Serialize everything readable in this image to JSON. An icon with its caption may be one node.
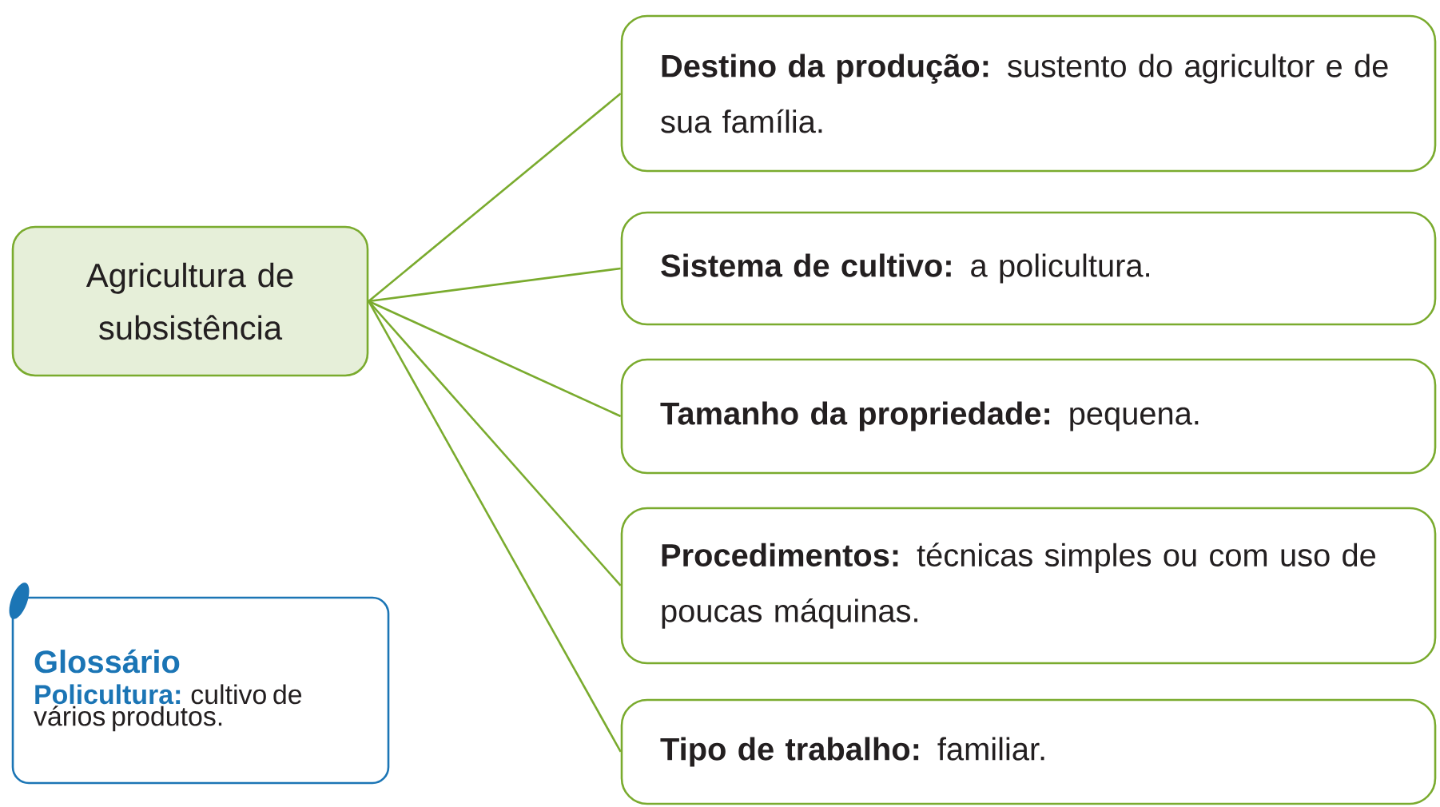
{
  "diagram": {
    "nodes": [
      {
        "text": [
          "Agricultura de subsistência"
        ]
      },
      {
        "text": [
          "**Destino da produção:** sustento do agricultor e de sua família."
        ]
      },
      {
        "text": [
          "**Sistema de cultivo:** a policultura."
        ]
      },
      {
        "text": [
          "**Tamanho da propriedade:** pequena."
        ]
      },
      {
        "text": [
          "**Procedimentos:** técnicas simples ou com uso de poucas máquinas."
        ]
      },
      {
        "text": [
          "**Tipo de trabalho:** familiar."
        ]
      },
      {
        "text": [
          "Glossário",
          "**Policultura:** cultivo de vários produtos."
        ]
      }
    ],
    "edges": [
      {
        "from": 0,
        "to": 1,
        "arrow": "none"
      },
      {
        "from": 0,
        "to": 2,
        "arrow": "none"
      },
      {
        "from": 0,
        "to": 3,
        "arrow": "none"
      },
      {
        "from": 0,
        "to": 4,
        "arrow": "none"
      },
      {
        "from": 0,
        "to": 5,
        "arrow": "none"
      }
    ]
  }
}
